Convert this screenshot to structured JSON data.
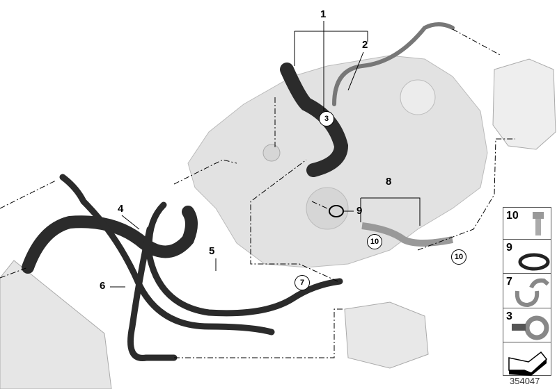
{
  "callouts": {
    "c1": "1",
    "c2": "2",
    "c3": "3",
    "c4": "4",
    "c5": "5",
    "c6": "6",
    "c7": "7",
    "c8": "8",
    "c9": "9",
    "c10a": "10",
    "c10b": "10"
  },
  "legend_panel": [
    {
      "number": "10",
      "icon": "bolt-icon"
    },
    {
      "number": "9",
      "icon": "o-ring-icon"
    },
    {
      "number": "7",
      "icon": "hose-clip-icon"
    },
    {
      "number": "3",
      "icon": "hose-clamp-icon"
    },
    {
      "number": "",
      "icon": "arrow-left-down-icon"
    }
  ],
  "diagram_number": "354047",
  "colors": {
    "hose": "#2b2b2b",
    "engine": "#d9d9d9",
    "outline": "#000000"
  }
}
